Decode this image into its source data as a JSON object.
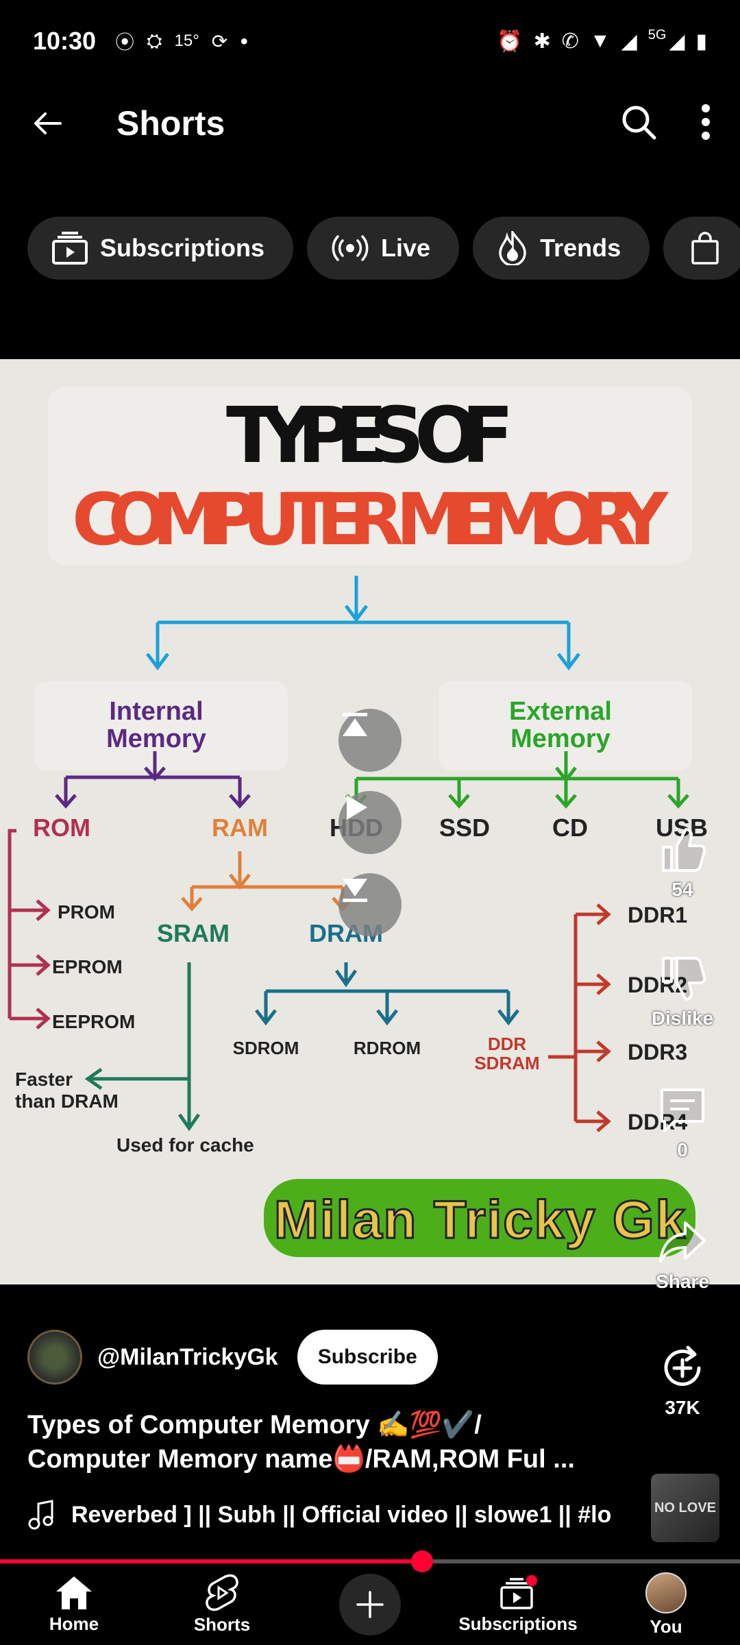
{
  "status_bar": {
    "time": "10:30",
    "temperature": "15°",
    "network_label": "5G"
  },
  "header": {
    "title": "Shorts"
  },
  "chips": [
    {
      "label": "Subscriptions",
      "icon": "subscriptions-icon"
    },
    {
      "label": "Live",
      "icon": "live-icon"
    },
    {
      "label": "Trends",
      "icon": "trends-icon"
    },
    {
      "label": "",
      "icon": "shopping-bag-icon"
    }
  ],
  "video": {
    "title_line1": "TYPES OF",
    "title_line2": "COMPUTER MEMORY",
    "nodes": {
      "internal_line1": "Internal",
      "internal_line2": "Memory",
      "external_line1": "External",
      "external_line2": "Memory",
      "rom": "ROM",
      "ram": "RAM",
      "hdd": "HDD",
      "ssd": "SSD",
      "cd": "CD",
      "usb": "USB",
      "prom": "PROM",
      "eprom": "EPROM",
      "eeprom": "EEPROM",
      "sram": "SRAM",
      "dram": "DRAM",
      "sdrom": "SDROM",
      "rdrom": "RDROM",
      "ddr_line1": "DDR",
      "ddr_line2": "SDRAM",
      "ddr1": "DDR1",
      "ddr2": "DDR2",
      "ddr3": "DDR3",
      "ddr4": "DDR4",
      "faster_line1": "Faster",
      "faster_line2": "than DRAM",
      "cache": "Used for cache"
    },
    "watermark": "Milan Tricky Gk"
  },
  "actions": {
    "like_count": "54",
    "dislike_label": "Dislike",
    "comment_count": "0",
    "share_label": "Share",
    "remix_count": "37K"
  },
  "channel": {
    "handle": "@MilanTrickyGk",
    "subscribe_label": "Subscribe"
  },
  "description": {
    "line1": "Types of Computer Memory ✍️💯✔️/",
    "line2": "Computer Memory name📛/RAM,ROM Ful ..."
  },
  "music": {
    "text": "Reverbed ] || Subh || Official video || slowe1 || #lo",
    "thumb_text": "NO LOVE"
  },
  "playback": {
    "progress_fraction": 0.57
  },
  "nav": [
    {
      "label": "Home",
      "icon": "home-icon"
    },
    {
      "label": "Shorts",
      "icon": "shorts-icon"
    },
    {
      "label": "",
      "icon": "create-icon"
    },
    {
      "label": "Subscriptions",
      "icon": "subscriptions-icon"
    },
    {
      "label": "You",
      "icon": "avatar"
    }
  ],
  "colors": {
    "accent_red": "#ff0033",
    "chip_bg": "#272727",
    "title_red": "#e64a2e",
    "internal_purple": "#5a2a82",
    "external_green": "#2aa52a",
    "rom_color": "#b0304f",
    "ram_color": "#e0803a",
    "sram_color": "#1f7a5a",
    "dram_color": "#1a6f8a",
    "ddr_color": "#c0392b",
    "arrow_blue": "#1ea0d8"
  }
}
